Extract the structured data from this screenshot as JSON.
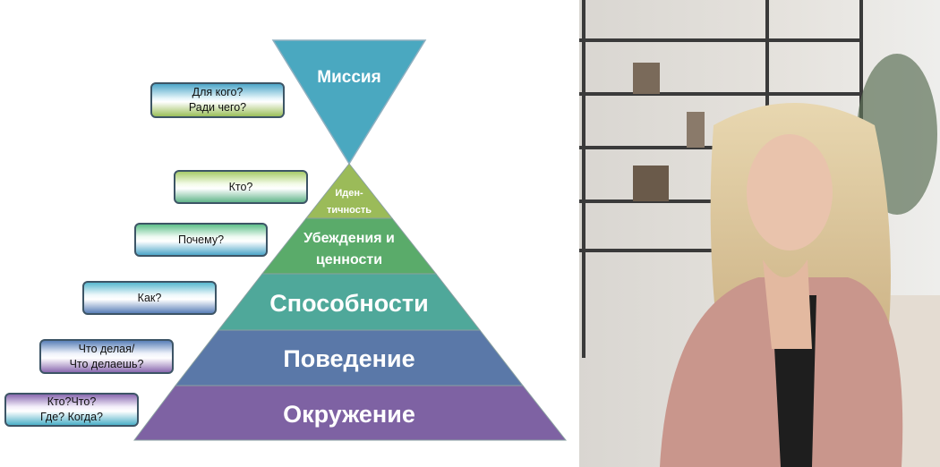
{
  "pyramid": {
    "mission": "Миссия",
    "identity_line1": "Иден-",
    "identity_line2": "тичность",
    "beliefs_line1": "Убеждения и",
    "beliefs_line2": "ценности",
    "abilities": "Способности",
    "behavior": "Поведение",
    "environment": "Окружение"
  },
  "questions": [
    {
      "line1": "Для кого?",
      "line2": "Ради чего?"
    },
    {
      "line1": "Кто?"
    },
    {
      "line1": "Почему?"
    },
    {
      "line1": "Как?"
    },
    {
      "line1": "Что делая/",
      "line2": "Что делаешь?"
    },
    {
      "line1": "Кто?Что?",
      "line2": "Где? Когда?"
    }
  ],
  "colors": {
    "mission": "#4aa8c0",
    "identity": "#9bbb59",
    "beliefs": "#5aab6a",
    "abilities": "#4fa89a",
    "behavior": "#5a78a8",
    "environment": "#7e62a3"
  }
}
